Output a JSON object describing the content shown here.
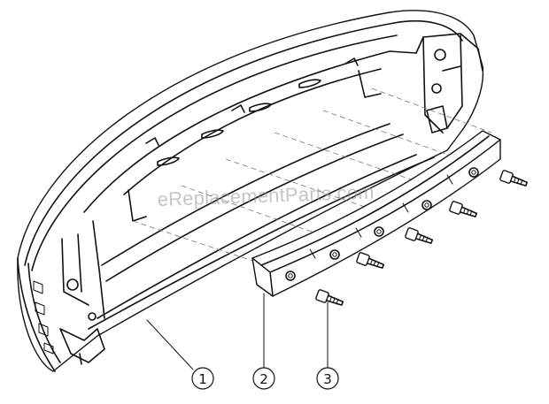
{
  "watermark": "eReplacementParts.com",
  "callouts": [
    {
      "label": "1",
      "part": "housing"
    },
    {
      "label": "2",
      "part": "bracket"
    },
    {
      "label": "3",
      "part": "screws"
    }
  ]
}
